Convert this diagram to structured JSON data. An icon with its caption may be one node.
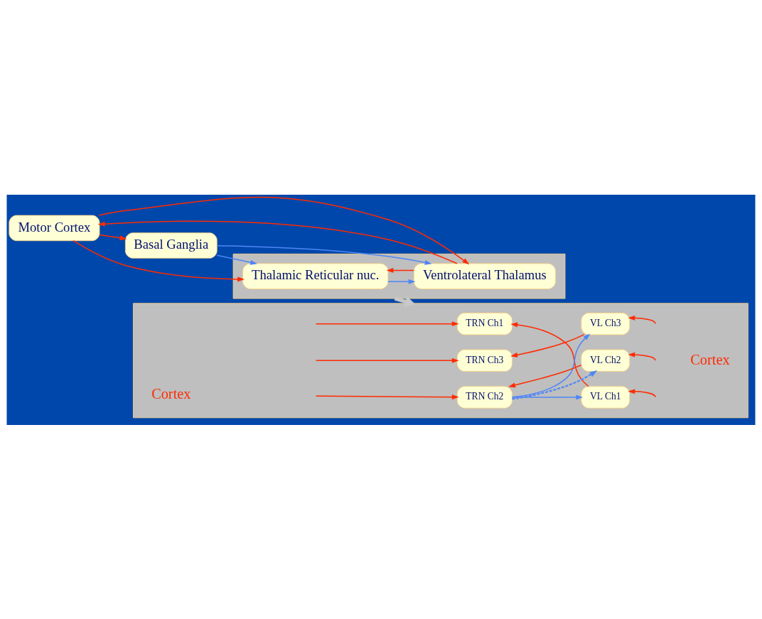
{
  "diagram": {
    "nodes": [
      {
        "text": [
          "Motor Cortex"
        ]
      },
      {
        "text": [],
        "shape": "box"
      },
      {
        "text": [
          "Thalamic Reticular nuc."
        ],
        "in": 1
      },
      {
        "text": [
          "Ventrolateral Thalamus"
        ],
        "in": 1
      },
      {
        "text": [
          "Basal Ganglia"
        ]
      },
      {
        "text": [],
        "shape": "box"
      },
      {
        "text": [
          "TRN Ch1"
        ],
        "in": 5
      },
      {
        "text": [
          "VL Ch1"
        ],
        "in": 5
      },
      {
        "text": [
          "TRN Ch2"
        ],
        "in": 5
      },
      {
        "text": [
          "VL Ch2"
        ],
        "in": 5
      },
      {
        "text": [
          "TRN Ch3"
        ],
        "in": 5
      },
      {
        "text": [
          "VL Ch3"
        ],
        "in": 5
      }
    ],
    "edges": [
      {
        "from": 3,
        "to": 0,
        "arrow": "to"
      },
      {
        "from": 3,
        "to": 2,
        "arrow": "to"
      },
      {
        "from": 0,
        "to": 4,
        "arrow": "to"
      },
      {
        "from": 0,
        "to": 2,
        "arrow": "to"
      },
      {
        "from": 0,
        "to": 3,
        "arrow": "to"
      },
      {
        "from": 2,
        "to": 3,
        "arrow": "to",
        "color": "#4f86f7"
      },
      {
        "from": 4,
        "to": 2,
        "arrow": "to",
        "color": "#4f86f7"
      },
      {
        "from": 4,
        "to": 3,
        "arrow": "to",
        "color": "#4f86f7"
      },
      {
        "from": 1,
        "to": 5,
        "arrow": "to",
        "style": "thick",
        "color": "#c8c8c8"
      },
      {
        "from": null,
        "to": 6,
        "arrow": "to"
      },
      {
        "from": 7,
        "to": 6,
        "arrow": "to"
      },
      {
        "from": null,
        "to": 7,
        "arrow": "to"
      },
      {
        "from": null,
        "to": 8,
        "arrow": "to"
      },
      {
        "from": 9,
        "to": 8,
        "arrow": "to"
      },
      {
        "from": null,
        "to": 9,
        "arrow": "to"
      },
      {
        "from": null,
        "to": 10,
        "arrow": "to"
      },
      {
        "from": 11,
        "to": 10,
        "arrow": "to"
      },
      {
        "from": null,
        "to": 11,
        "arrow": "to"
      },
      {
        "from": 8,
        "to": 7,
        "arrow": "to",
        "color": "#4f86f7"
      },
      {
        "from": 8,
        "to": 9,
        "arrow": "to",
        "style": "dashed",
        "color": "#4f86f7"
      },
      {
        "from": 8,
        "to": 11,
        "arrow": "to",
        "color": "#4f86f7"
      }
    ],
    "labels": [
      "Cortex",
      "Cortex"
    ]
  }
}
